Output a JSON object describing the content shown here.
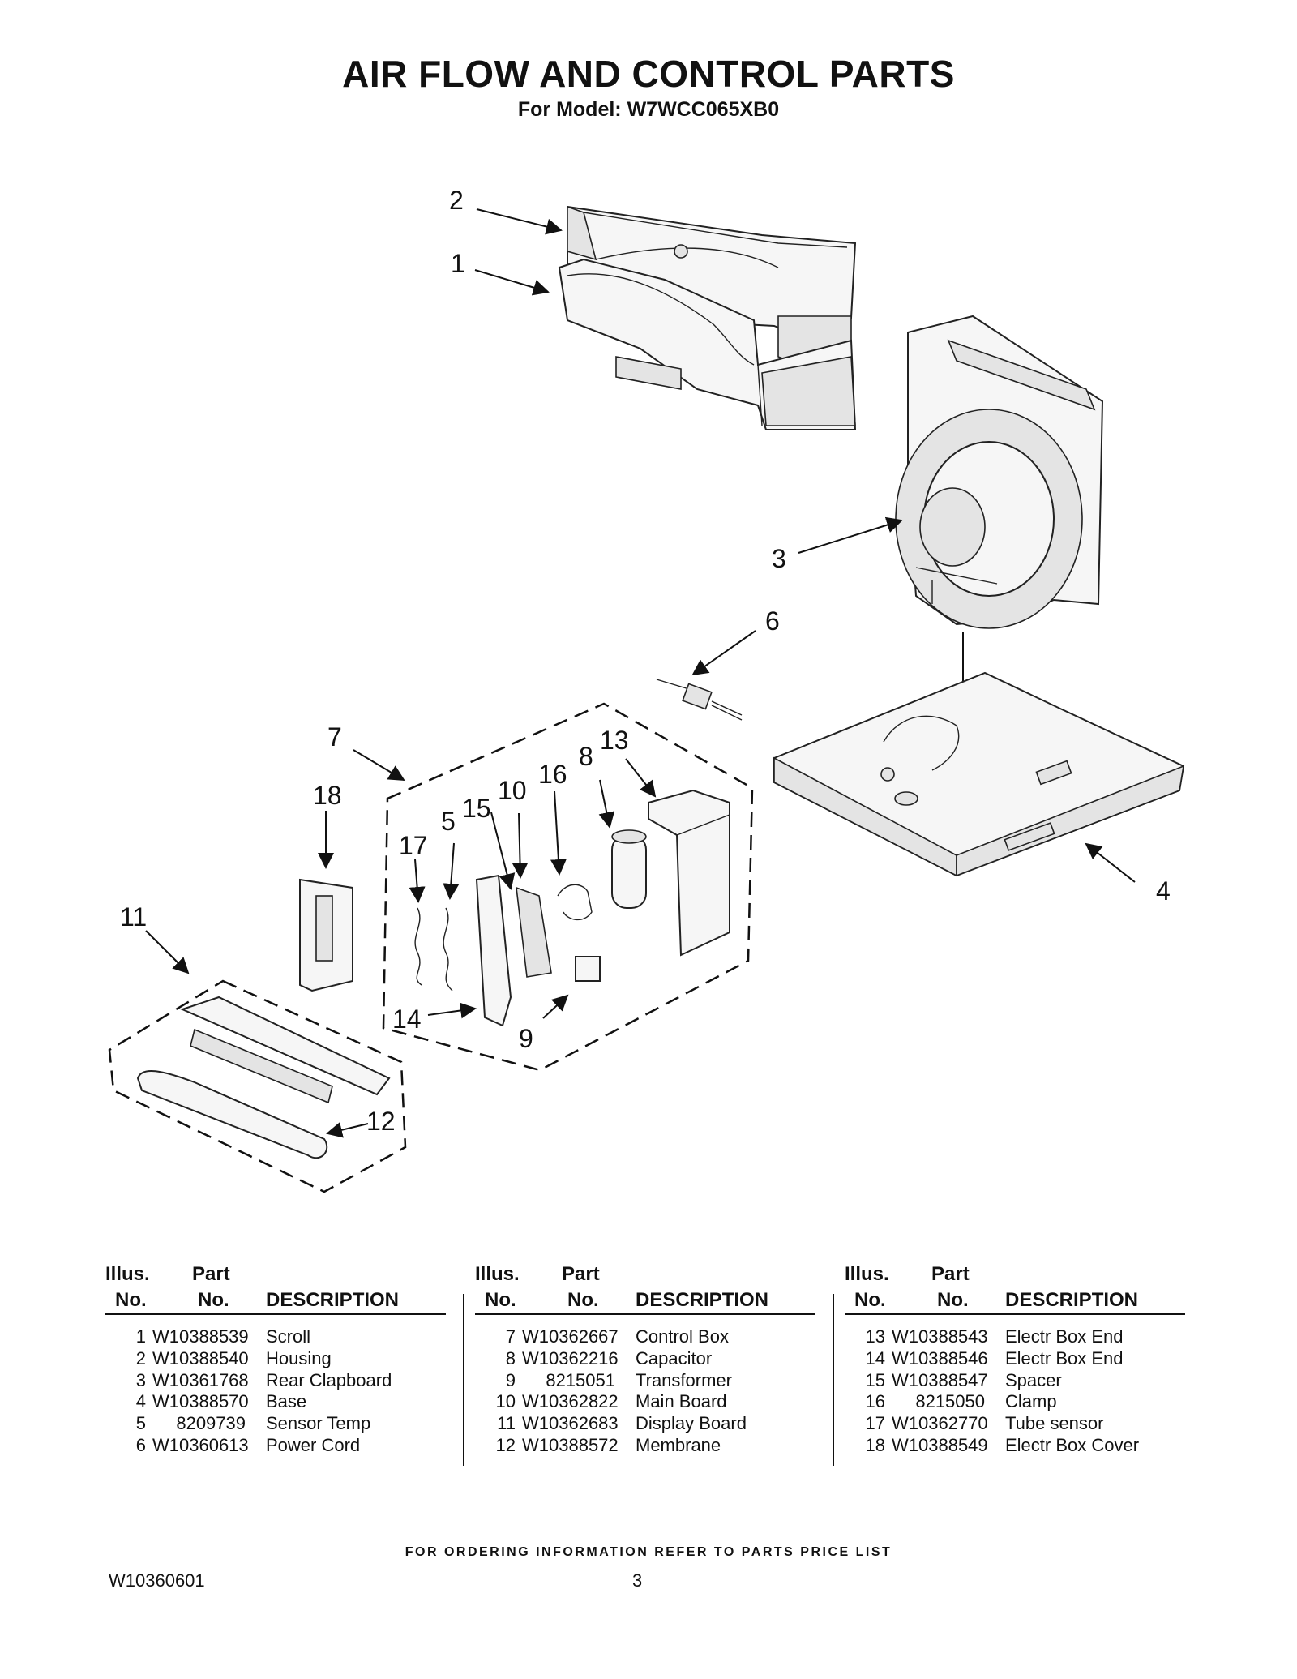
{
  "header": {
    "title": "AIR FLOW AND CONTROL PARTS",
    "subtitle": "For Model: W7WCC065XB0"
  },
  "diagram": {
    "callouts": [
      "1",
      "2",
      "3",
      "4",
      "5",
      "6",
      "7",
      "8",
      "9",
      "10",
      "11",
      "12",
      "13",
      "14",
      "15",
      "16",
      "17",
      "18"
    ]
  },
  "table": {
    "headers": {
      "illus_top": "Illus.",
      "illus_bottom": "No.",
      "part_top": "Part",
      "part_bottom": "No.",
      "description": "DESCRIPTION"
    },
    "columns": [
      [
        {
          "no": "1",
          "part": "W10388539",
          "desc": "Scroll"
        },
        {
          "no": "2",
          "part": "W10388540",
          "desc": "Housing"
        },
        {
          "no": "3",
          "part": "W10361768",
          "desc": "Rear Clapboard"
        },
        {
          "no": "4",
          "part": "W10388570",
          "desc": "Base"
        },
        {
          "no": "5",
          "part": "8209739",
          "desc": "Sensor Temp"
        },
        {
          "no": "6",
          "part": "W10360613",
          "desc": "Power Cord"
        }
      ],
      [
        {
          "no": "7",
          "part": "W10362667",
          "desc": "Control Box"
        },
        {
          "no": "8",
          "part": "W10362216",
          "desc": "Capacitor"
        },
        {
          "no": "9",
          "part": "8215051",
          "desc": "Transformer"
        },
        {
          "no": "10",
          "part": "W10362822",
          "desc": "Main Board"
        },
        {
          "no": "11",
          "part": "W10362683",
          "desc": "Display Board"
        },
        {
          "no": "12",
          "part": "W10388572",
          "desc": "Membrane"
        }
      ],
      [
        {
          "no": "13",
          "part": "W10388543",
          "desc": "Electr Box End"
        },
        {
          "no": "14",
          "part": "W10388546",
          "desc": "Electr Box End"
        },
        {
          "no": "15",
          "part": "W10388547",
          "desc": "Spacer"
        },
        {
          "no": "16",
          "part": "8215050",
          "desc": "Clamp"
        },
        {
          "no": "17",
          "part": "W10362770",
          "desc": "Tube sensor"
        },
        {
          "no": "18",
          "part": "W10388549",
          "desc": "Electr Box Cover"
        }
      ]
    ]
  },
  "footer": {
    "note": "FOR ORDERING INFORMATION REFER TO PARTS PRICE LIST",
    "doc_number": "W10360601",
    "page_number": "3"
  }
}
